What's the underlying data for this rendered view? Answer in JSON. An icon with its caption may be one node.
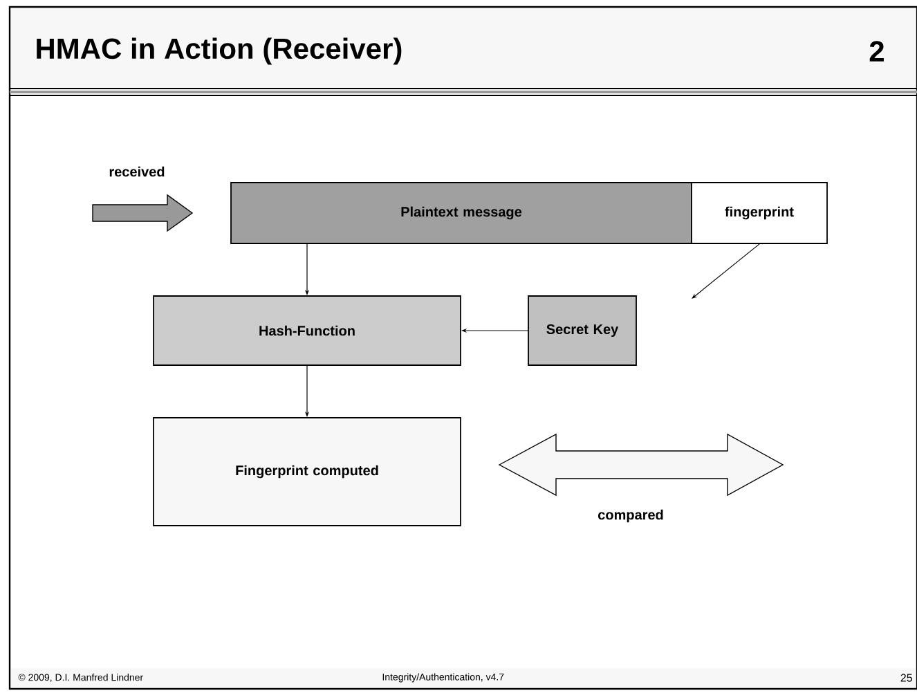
{
  "diagram": {
    "title": "HMAC in Action (Receiver)",
    "nodes": [
      {
        "text": [
          "Plaintext message"
        ]
      },
      {
        "text": [
          "fingerprint"
        ]
      },
      {
        "text": [
          "Hash-Function"
        ]
      },
      {
        "text": [
          "Secret Key"
        ]
      },
      {
        "text": [
          "Fingerprint computed"
        ]
      }
    ],
    "edges": [
      {
        "from": 0,
        "to": 2,
        "arrow": "to"
      },
      {
        "from": 3,
        "to": 2,
        "arrow": "to"
      },
      {
        "from": 2,
        "to": 4,
        "arrow": "to"
      },
      {
        "from": 1,
        "to": null,
        "arrow": "to"
      }
    ],
    "labels": [
      "2",
      "received",
      "compared",
      "© 2009, D.I. Manfred Lindner",
      "Integrity/Authentication, v4.7",
      "25"
    ]
  }
}
